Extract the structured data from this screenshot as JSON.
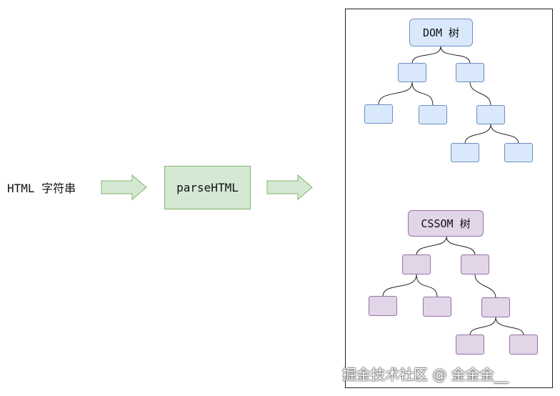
{
  "input": {
    "label": "HTML 字符串"
  },
  "process": {
    "label": "parseHTML"
  },
  "dom_tree": {
    "root_label": "DOM 树"
  },
  "cssom_tree": {
    "root_label": "CSSOM 树"
  },
  "watermark": {
    "text": "掘金技术社区 @ 金金金__"
  },
  "colors": {
    "process_fill": "#d5e8d4",
    "process_stroke": "#82b366",
    "dom_fill": "#dae8fc",
    "dom_stroke": "#6c8ebf",
    "cssom_fill": "#e1d5e7",
    "cssom_stroke": "#9673a6"
  }
}
